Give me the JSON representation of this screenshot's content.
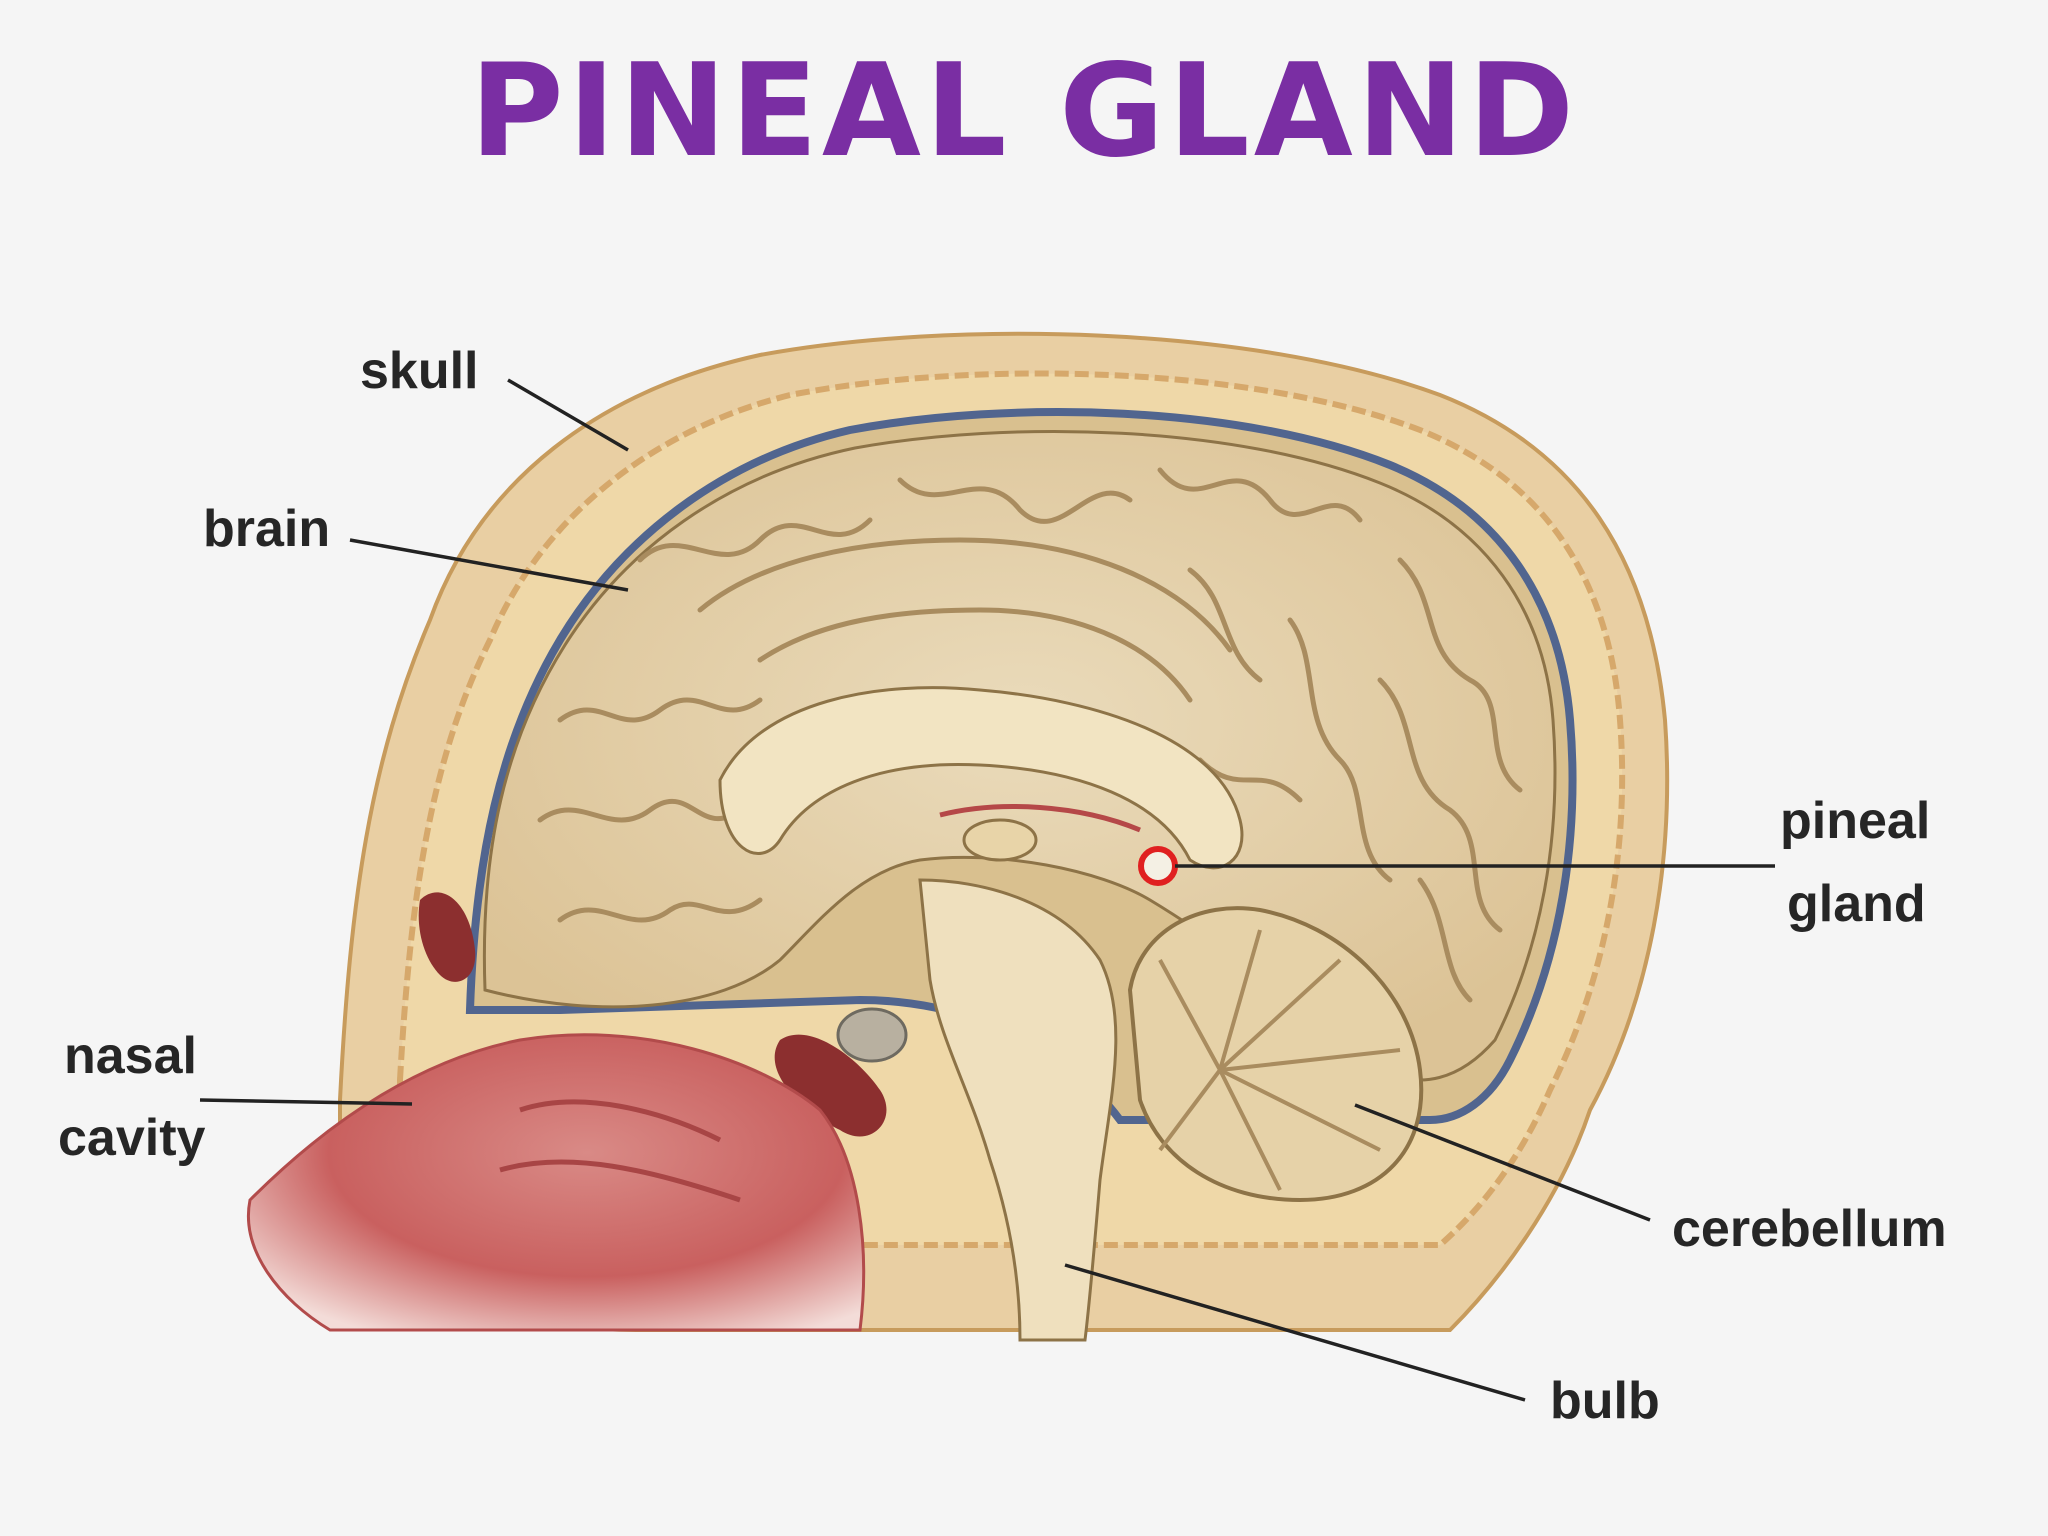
{
  "title": "PINEAL GLAND",
  "colors": {
    "title": "#7a2ea3",
    "skull": "#e6c89a",
    "brain": "#e3cfa6",
    "sulci": "#a98c5f",
    "meninges": "#51658f",
    "nasal": "#cf6b6b",
    "pineal_highlight": "#e02020",
    "leader_line": "#222222"
  },
  "labels": {
    "skull": "skull",
    "brain": "brain",
    "nasal_cavity_line1": "nasal",
    "nasal_cavity_line2": "cavity",
    "pineal_gland_line1": "pineal",
    "pineal_gland_line2": "gland",
    "cerebellum": "cerebellum",
    "bulb": "bulb"
  }
}
